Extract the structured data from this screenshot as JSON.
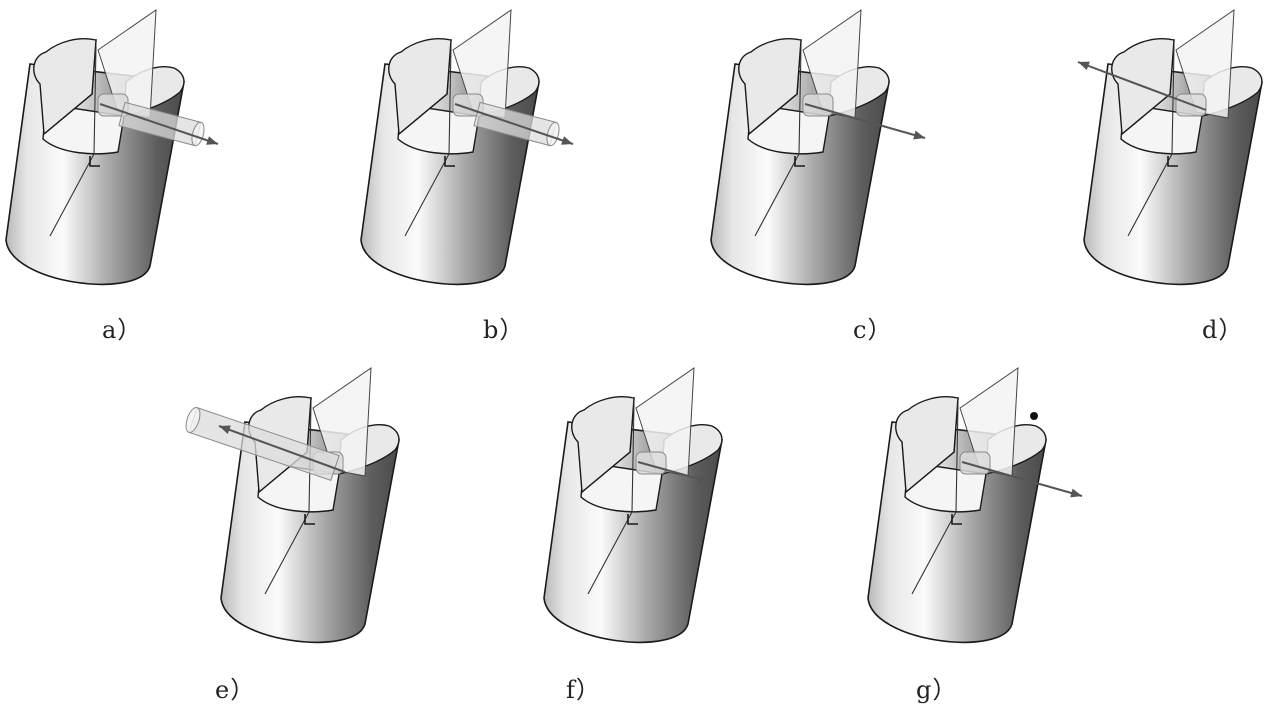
{
  "figure": {
    "panels": [
      {
        "id": "a",
        "label": "a）",
        "variant": "offset-cylinder-right",
        "selected_point": false
      },
      {
        "id": "b",
        "label": "b）",
        "variant": "offset-cylinder-right",
        "selected_point": false
      },
      {
        "id": "c",
        "label": "c）",
        "variant": "axis-only-right",
        "selected_point": false
      },
      {
        "id": "d",
        "label": "d）",
        "variant": "axis-left",
        "selected_point": false
      },
      {
        "id": "e",
        "label": "e）",
        "variant": "offset-cylinder-left",
        "selected_point": false
      },
      {
        "id": "f",
        "label": "f）",
        "variant": "short-axis-right",
        "selected_point": false
      },
      {
        "id": "g",
        "label": "g）",
        "variant": "axis-right",
        "selected_point": true
      }
    ]
  },
  "colors": {
    "outline": "#1a1a1a",
    "cylinder_light": "#fbfbfb",
    "cylinder_mid": "#b9b9b9",
    "cylinder_dark": "#5d5d5d",
    "top_face": "#e9e9e9",
    "cut_face": "#6e6e6e",
    "plane": "#f3f3f3",
    "arrow": "#555555",
    "feature": "#dcdcdc"
  }
}
